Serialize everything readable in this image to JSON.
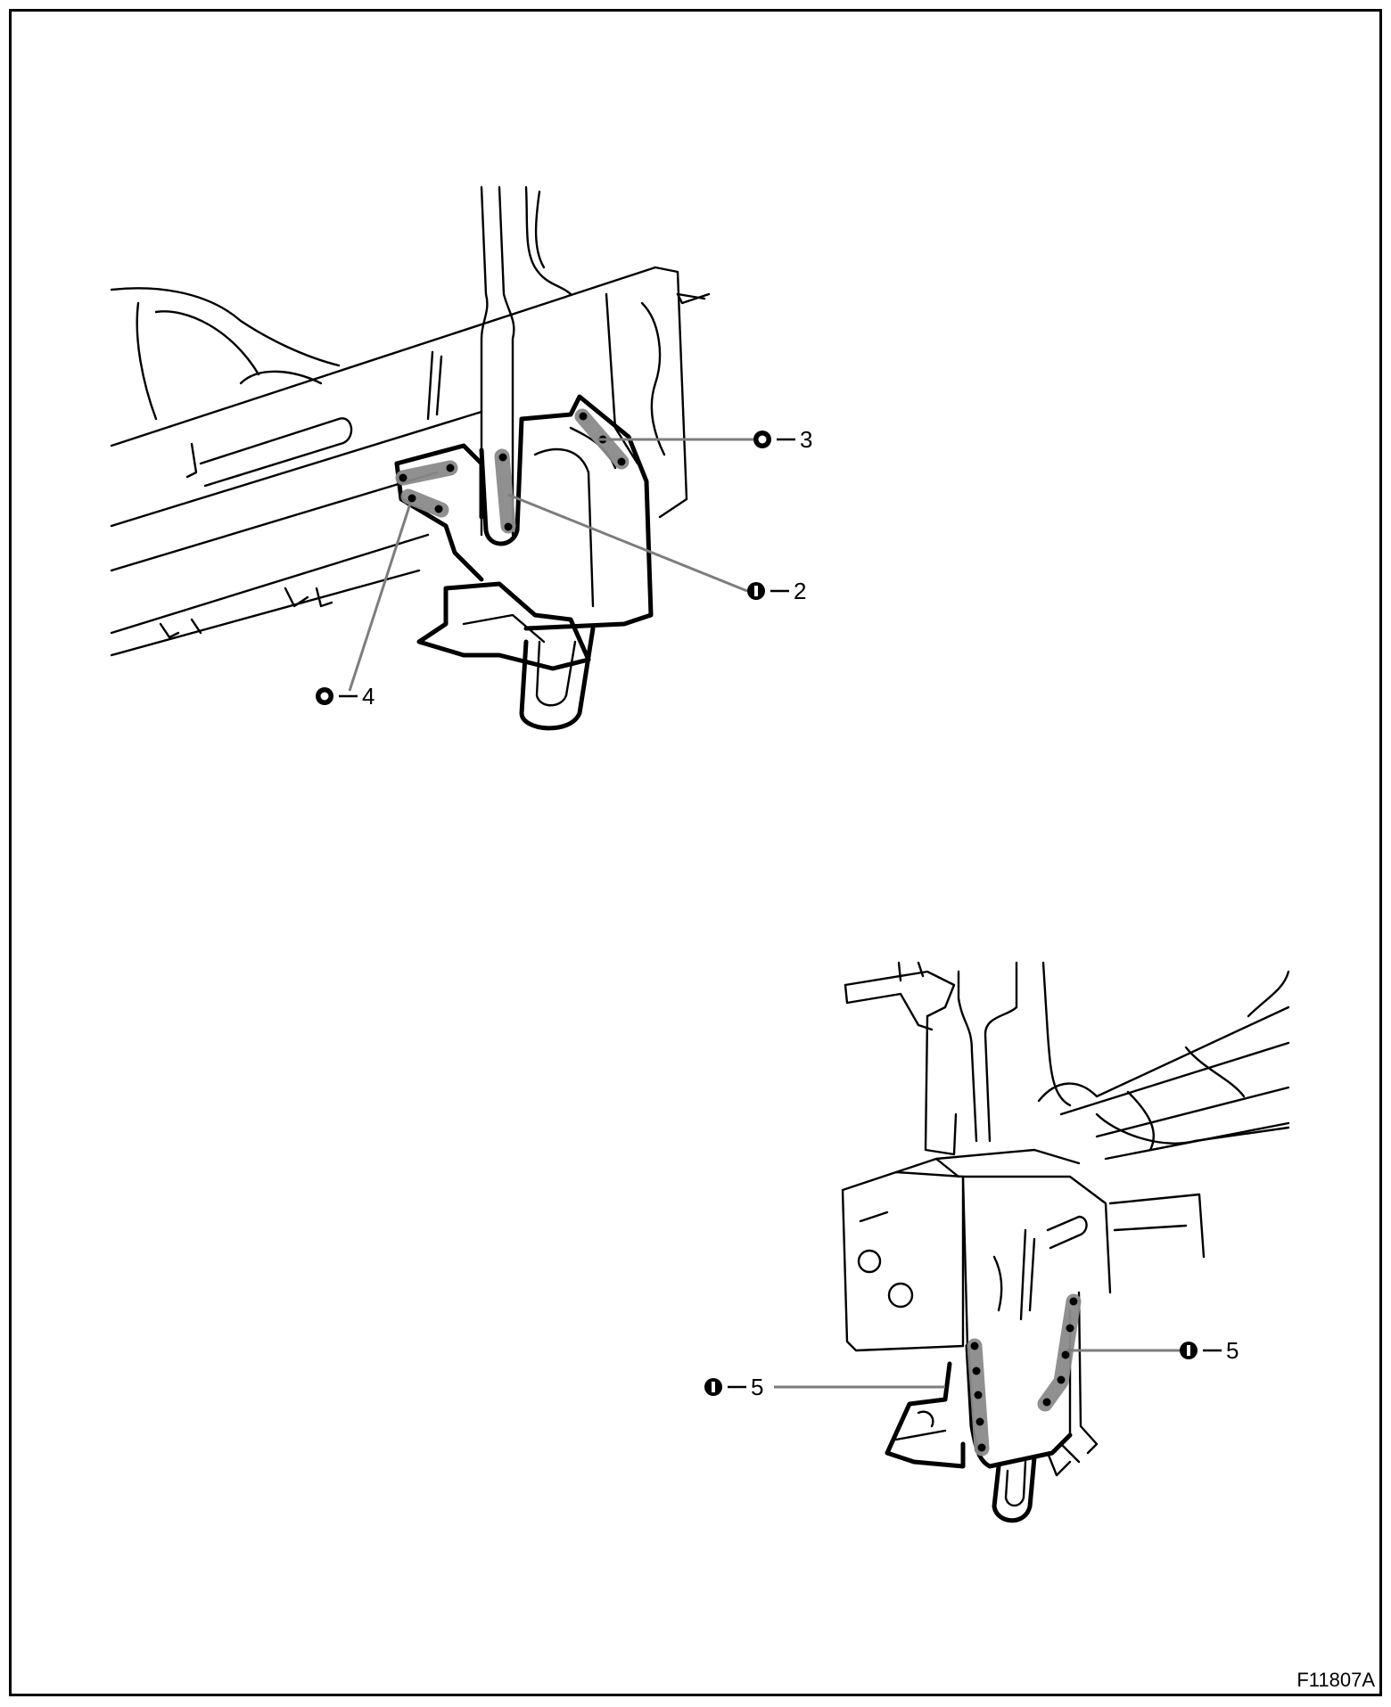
{
  "callouts": [
    {
      "id": "callout-3",
      "symbol": "outer",
      "number": "3"
    },
    {
      "id": "callout-2",
      "symbol": "inner",
      "number": "2"
    },
    {
      "id": "callout-4",
      "symbol": "outer",
      "number": "4"
    },
    {
      "id": "callout-5-right",
      "symbol": "inner",
      "number": "5"
    },
    {
      "id": "callout-5-left",
      "symbol": "inner",
      "number": "5"
    }
  ],
  "figure_code": "F11807A",
  "colors": {
    "weld": "#8a8a8a",
    "line": "#000000",
    "leader": "#7d7d7d"
  }
}
